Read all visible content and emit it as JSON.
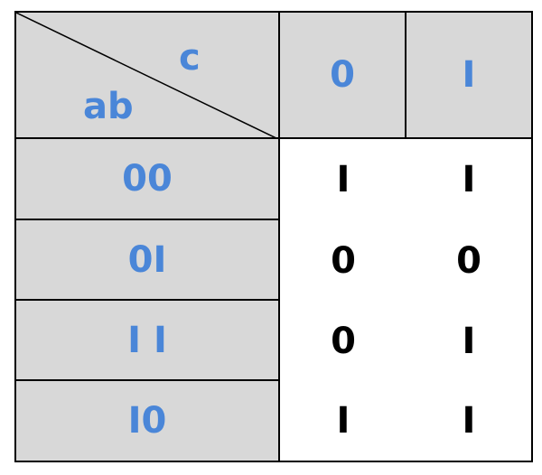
{
  "kmap": {
    "row_var": "ab",
    "col_var": "c",
    "col_headers": [
      "0",
      "I"
    ],
    "row_headers": [
      "00",
      "0I",
      "I I",
      "I0"
    ],
    "cells": [
      [
        "I",
        "I"
      ],
      [
        "0",
        "0"
      ],
      [
        "0",
        "I"
      ],
      [
        "I",
        "I"
      ]
    ]
  },
  "colors": {
    "header_bg": "#d8d8d8",
    "header_text": "#4a86d8",
    "value_text": "#000000",
    "border": "#000000"
  }
}
